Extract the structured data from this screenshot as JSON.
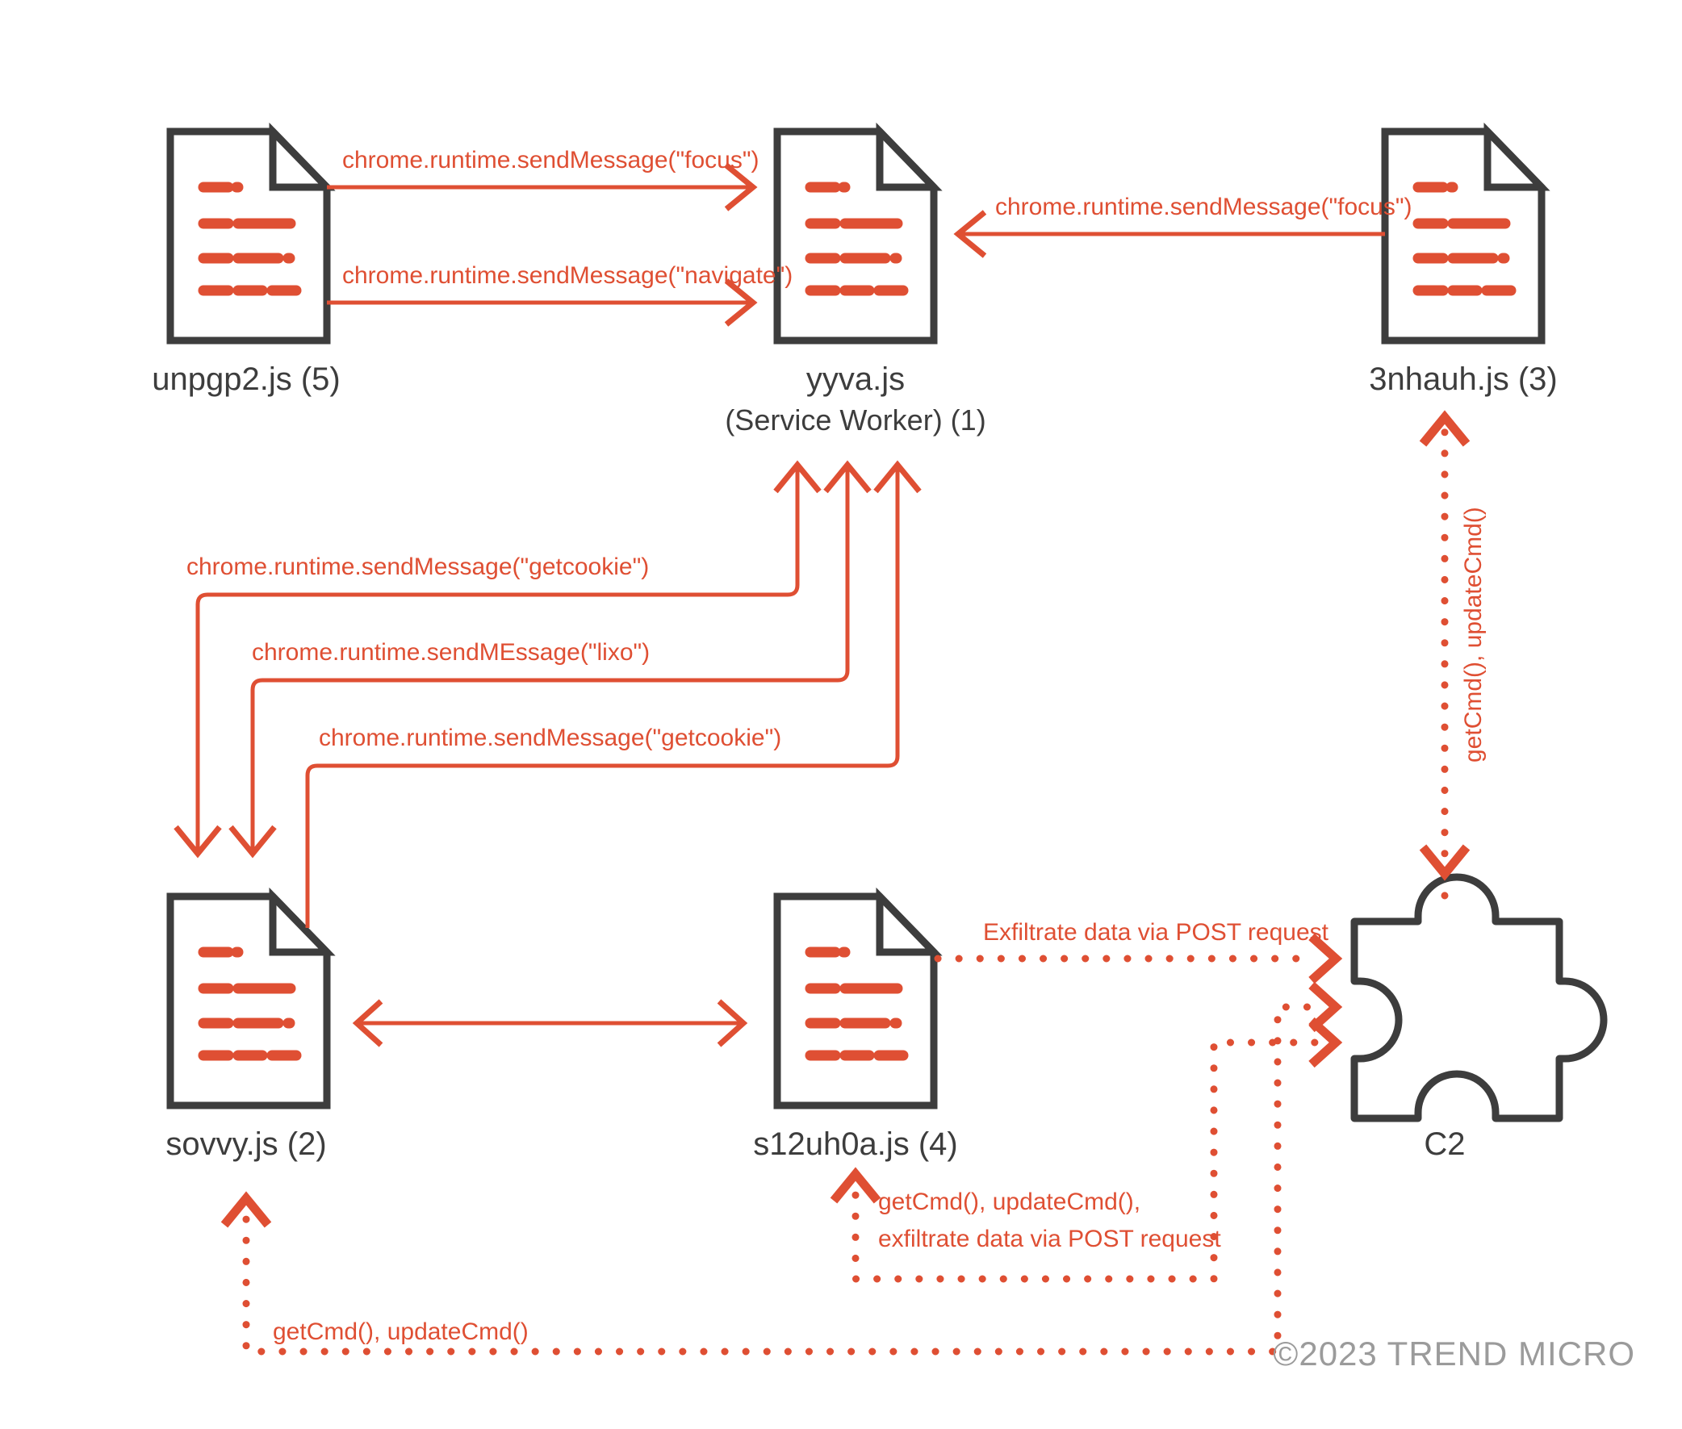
{
  "diagram": {
    "title": "Browser extension malware message flow",
    "colors": {
      "accent": "#df4f33",
      "outline": "#3d3d3d",
      "background": "#ffffff",
      "footer": "#9b9b9b"
    },
    "nodes": [
      {
        "id": "unpgp2",
        "label": "unpgp2.js (5)",
        "sublabel": "",
        "icon": "document-icon"
      },
      {
        "id": "yyva",
        "label": "yyva.js",
        "sublabel": "(Service Worker) (1)",
        "icon": "document-icon"
      },
      {
        "id": "3nhauh",
        "label": "3nhauh.js (3)",
        "sublabel": "",
        "icon": "document-icon"
      },
      {
        "id": "sovvy",
        "label": "sovvy.js (2)",
        "sublabel": "",
        "icon": "document-icon"
      },
      {
        "id": "s12uh0a",
        "label": "s12uh0a.js (4)",
        "sublabel": "",
        "icon": "document-icon"
      },
      {
        "id": "c2",
        "label": "C2",
        "sublabel": "",
        "icon": "puzzle-piece-icon"
      }
    ],
    "edges": [
      {
        "id": "e1",
        "from": "unpgp2",
        "to": "yyva",
        "label": "chrome.runtime.sendMessage(\"focus\")",
        "style": "solid",
        "direction": "one-way"
      },
      {
        "id": "e2",
        "from": "unpgp2",
        "to": "yyva",
        "label": "chrome.runtime.sendMessage(\"navigate\")",
        "style": "solid",
        "direction": "one-way"
      },
      {
        "id": "e3",
        "from": "3nhauh",
        "to": "yyva",
        "label": "chrome.runtime.sendMessage(\"focus\")",
        "style": "solid",
        "direction": "one-way"
      },
      {
        "id": "e4",
        "from": "sovvy",
        "to": "yyva",
        "label": "chrome.runtime.sendMessage(\"getcookie\")",
        "style": "solid",
        "direction": "one-way"
      },
      {
        "id": "e5",
        "from": "sovvy",
        "to": "yyva",
        "label": "chrome.runtime.sendMEssage(\"lixo\")",
        "style": "solid",
        "direction": "one-way"
      },
      {
        "id": "e6",
        "from": "sovvy",
        "to": "yyva",
        "label": "chrome.runtime.sendMessage(\"getcookie\")",
        "style": "solid",
        "direction": "one-way"
      },
      {
        "id": "e7",
        "from": "c2",
        "to": "3nhauh",
        "label": "getCmd(), updateCmd()",
        "style": "dotted",
        "direction": "one-way"
      },
      {
        "id": "e8",
        "from": "sovvy",
        "to": "s12uh0a",
        "label": "",
        "style": "solid",
        "direction": "two-way"
      },
      {
        "id": "e9",
        "from": "s12uh0a",
        "to": "c2",
        "label": "Exfiltrate data via POST request",
        "style": "dotted",
        "direction": "one-way"
      },
      {
        "id": "e10",
        "from": "s12uh0a",
        "to": "c2",
        "label": "getCmd(), updateCmd(),",
        "label2": "exfiltrate data via POST request",
        "style": "dotted",
        "direction": "one-way"
      },
      {
        "id": "e11",
        "from": "sovvy",
        "to": "c2",
        "label": "getCmd(), updateCmd()",
        "style": "dotted",
        "direction": "one-way"
      }
    ],
    "footer": "©2023 TREND MICRO"
  }
}
